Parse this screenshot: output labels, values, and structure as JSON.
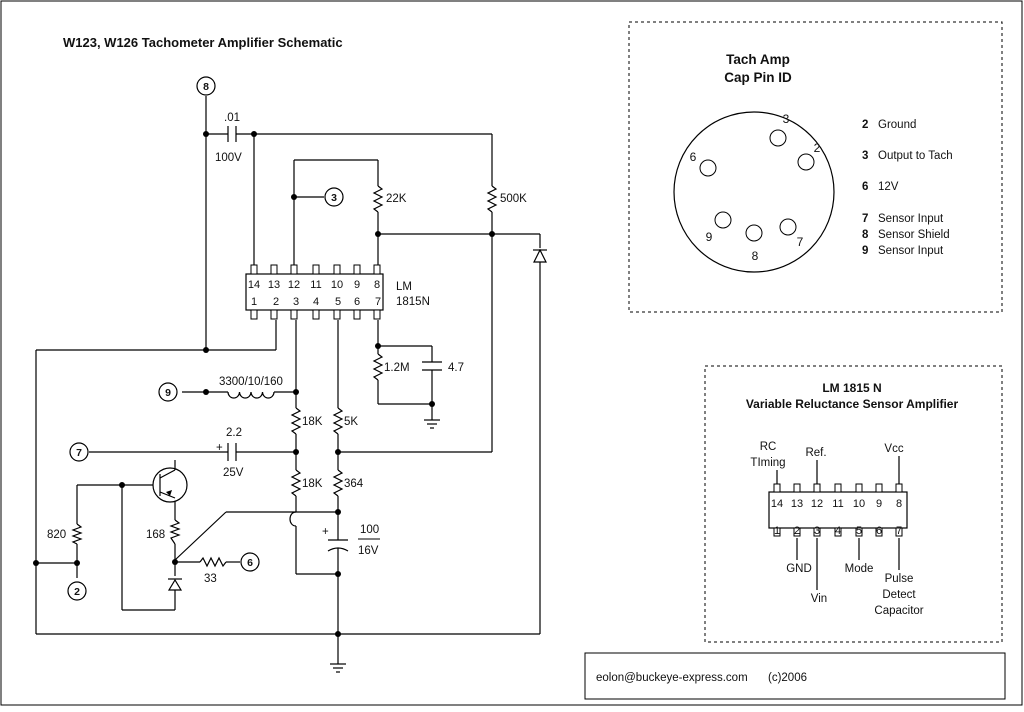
{
  "title": "W123, W126 Tachometer Amplifier Schematic",
  "ic": {
    "name": "LM",
    "part": "1815N",
    "top_pins": [
      "14",
      "13",
      "12",
      "11",
      "10",
      "9",
      "8"
    ],
    "bottom_pins": [
      "1",
      "2",
      "3",
      "4",
      "5",
      "6",
      "7"
    ]
  },
  "components": {
    "c_01": ".01",
    "c_01_v": "100V",
    "r_22k": "22K",
    "r_500k": "500K",
    "r_1_2m": "1.2M",
    "c_4_7": "4.7",
    "coil": "3300/10/160",
    "r_18k_a": "18K",
    "r_5k": "5K",
    "c_2_2": "2.2",
    "c_2_2_plus": "+",
    "c_2_2_v": "25V",
    "r_18k_b": "18K",
    "r_364": "364",
    "r_820": "820",
    "r_168": "168",
    "r_33": "33",
    "c_100": "100",
    "c_100_plus": "+",
    "c_100_v": "16V"
  },
  "nodes": {
    "n8": "8",
    "n3": "3",
    "n9": "9",
    "n7": "7",
    "n6": "6",
    "n2": "2"
  },
  "cap_panel": {
    "title_line1": "Tach Amp",
    "title_line2": "Cap Pin ID",
    "holes": [
      "3",
      "2",
      "6",
      "9",
      "8",
      "7"
    ],
    "legend": [
      {
        "num": "2",
        "desc": "Ground"
      },
      {
        "num": "3",
        "desc": "Output to Tach"
      },
      {
        "num": "6",
        "desc": "12V"
      },
      {
        "num": "7",
        "desc": "Sensor Input"
      },
      {
        "num": "8",
        "desc": "Sensor Shield"
      },
      {
        "num": "9",
        "desc": "Sensor Input"
      }
    ]
  },
  "lm_panel": {
    "title_line1": "LM 1815 N",
    "title_line2": "Variable Reluctance Sensor Amplifier",
    "top_pins": [
      "14",
      "13",
      "12",
      "11",
      "10",
      "9",
      "8"
    ],
    "bottom_pins": [
      "1",
      "2",
      "3",
      "4",
      "5",
      "6",
      "7"
    ],
    "label_rc_line1": "RC",
    "label_rc_line2": "TIming",
    "label_ref": "Ref.",
    "label_vcc": "Vcc",
    "label_gnd": "GND",
    "label_vin": "Vin",
    "label_mode": "Mode",
    "label_pulse_line1": "Pulse",
    "label_pulse_line2": "Detect",
    "label_pulse_line3": "Capacitor"
  },
  "footer": {
    "email": "eolon@buckeye-express.com",
    "copyright": "(c)2006"
  }
}
